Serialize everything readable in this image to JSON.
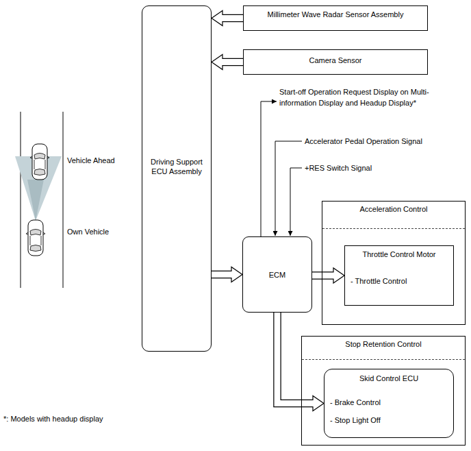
{
  "diagram": {
    "nodes": [
      {
        "text": [
          "Millimeter Wave Radar Sensor Assembly"
        ]
      },
      {
        "text": [
          "Camera Sensor"
        ]
      },
      {
        "text": [
          "Driving Support ECU Assembly"
        ]
      },
      {
        "text": [
          "ECM"
        ]
      },
      {
        "text": [
          "Acceleration Control"
        ]
      },
      {
        "text": [
          "Throttle Control Motor",
          "- Throttle Control"
        ],
        "in": 4
      },
      {
        "text": [
          "Stop Retention Control"
        ]
      },
      {
        "text": [
          "Skid Control ECU",
          "- Brake Control",
          "- Stop Light Off"
        ],
        "in": 6
      }
    ],
    "edges": [
      {
        "from": 0,
        "to": 2,
        "arrow": "to"
      },
      {
        "from": 1,
        "to": 2,
        "arrow": "to"
      },
      {
        "from": 2,
        "to": 3,
        "arrow": "to"
      },
      {
        "from": 3,
        "to": 5,
        "arrow": "to"
      },
      {
        "from": 3,
        "to": 7,
        "arrow": "to"
      }
    ],
    "labels": [
      "Vehicle Ahead",
      "Own Vehicle",
      "Start-off Operation Request Display on Multi-information Display and Headup Display*",
      "Accelerator Pedal Operation Signal",
      "+RES Switch Signal",
      "*: Models with headup display"
    ]
  }
}
